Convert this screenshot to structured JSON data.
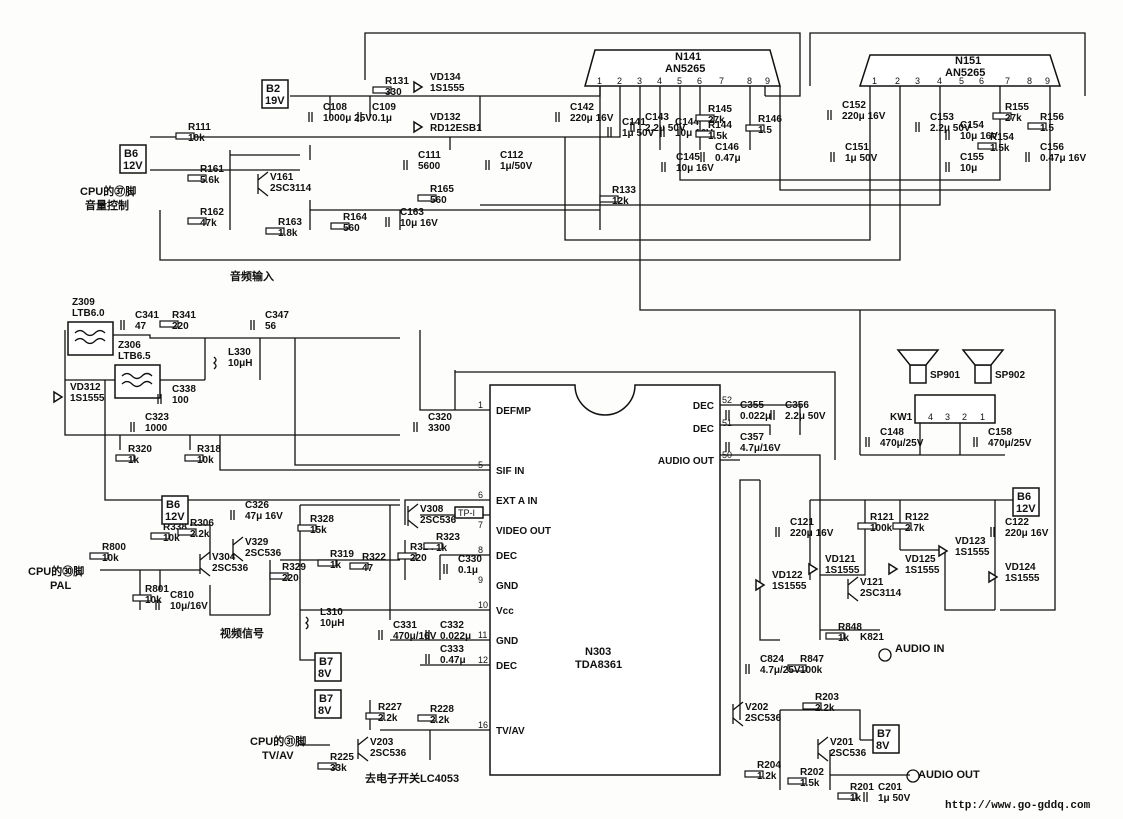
{
  "ic": {
    "n141": {
      "ref": "N141",
      "part": "AN5265"
    },
    "n151": {
      "ref": "N151",
      "part": "AN5265"
    },
    "n303": {
      "ref": "N303",
      "part": "TDA8361"
    }
  },
  "n141_pins": [
    "1",
    "2",
    "3",
    "4",
    "5",
    "6",
    "7",
    "8",
    "9"
  ],
  "n151_pins": [
    "1",
    "2",
    "3",
    "4",
    "5",
    "6",
    "7",
    "8",
    "9"
  ],
  "n303_pins_left": [
    {
      "num": "1",
      "name": "DEFMP"
    },
    {
      "num": "5",
      "name": "SIF IN"
    },
    {
      "num": "6",
      "name": "EXT A IN"
    },
    {
      "num": "7",
      "name": "VIDEO OUT"
    },
    {
      "num": "8",
      "name": "DEC"
    },
    {
      "num": "9",
      "name": "GND"
    },
    {
      "num": "10",
      "name": "Vcc"
    },
    {
      "num": "11",
      "name": "GND"
    },
    {
      "num": "12",
      "name": "DEC"
    },
    {
      "num": "16",
      "name": "TV/AV"
    }
  ],
  "n303_pins_right": [
    {
      "num": "52",
      "name": "DEC"
    },
    {
      "num": "51",
      "name": "DEC"
    },
    {
      "num": "50",
      "name": "AUDIO OUT"
    }
  ],
  "supplies": [
    {
      "id": "b2",
      "label": "B2",
      "value": "19V"
    },
    {
      "id": "b6a",
      "label": "B6",
      "value": "12V"
    },
    {
      "id": "b6b",
      "label": "B6",
      "value": "12V"
    },
    {
      "id": "b6c",
      "label": "B6",
      "value": "12V"
    },
    {
      "id": "b7a",
      "label": "B7",
      "value": "8V"
    },
    {
      "id": "b7b",
      "label": "B7",
      "value": "8V"
    },
    {
      "id": "b7c",
      "label": "B7",
      "value": "8V"
    }
  ],
  "components": [
    {
      "id": "r131",
      "t": "R131",
      "v": "330"
    },
    {
      "id": "vd134",
      "t": "VD134",
      "v": "1S1555"
    },
    {
      "id": "vd132",
      "t": "VD132",
      "v": "RD12ESB1"
    },
    {
      "id": "c108",
      "t": "C108",
      "v": "1000μ 25V"
    },
    {
      "id": "c109",
      "t": "C109",
      "v": "0.1μ"
    },
    {
      "id": "r111",
      "t": "R111",
      "v": "10k"
    },
    {
      "id": "c111",
      "t": "C111",
      "v": "5600"
    },
    {
      "id": "c112",
      "t": "C112",
      "v": "1μ/50V"
    },
    {
      "id": "r161",
      "t": "R161",
      "v": "5.6k"
    },
    {
      "id": "r162",
      "t": "R162",
      "v": "47k"
    },
    {
      "id": "v161",
      "t": "V161",
      "v": "2SC3114"
    },
    {
      "id": "r163",
      "t": "R163",
      "v": "1.8k"
    },
    {
      "id": "r164",
      "t": "R164",
      "v": "560"
    },
    {
      "id": "c163",
      "t": "C163",
      "v": "10μ 16V"
    },
    {
      "id": "r165",
      "t": "R165",
      "v": "560"
    },
    {
      "id": "c142",
      "t": "C142",
      "v": "220μ 16V"
    },
    {
      "id": "c141",
      "t": "C141",
      "v": "1μ 50V"
    },
    {
      "id": "c143",
      "t": "C143",
      "v": "2.2μ 50V"
    },
    {
      "id": "c144",
      "t": "C144",
      "v": "10μ 16V"
    },
    {
      "id": "c145",
      "t": "C145",
      "v": "10μ 16V"
    },
    {
      "id": "r133",
      "t": "R133",
      "v": "12k"
    },
    {
      "id": "r145",
      "t": "R145",
      "v": "27k"
    },
    {
      "id": "r144",
      "t": "R144",
      "v": "1.5k"
    },
    {
      "id": "r146",
      "t": "R146",
      "v": "1.5"
    },
    {
      "id": "c146",
      "t": "C146",
      "v": "0.47μ"
    },
    {
      "id": "c152",
      "t": "C152",
      "v": "220μ 16V"
    },
    {
      "id": "c151",
      "t": "C151",
      "v": "1μ 50V"
    },
    {
      "id": "c153",
      "t": "C153",
      "v": "2.2μ 50V"
    },
    {
      "id": "c154",
      "t": "C154",
      "v": "10μ 16V"
    },
    {
      "id": "c155",
      "t": "C155",
      "v": "10μ"
    },
    {
      "id": "r155",
      "t": "R155",
      "v": "27k"
    },
    {
      "id": "r154",
      "t": "R154",
      "v": "1.5k"
    },
    {
      "id": "r156",
      "t": "R156",
      "v": "1.5"
    },
    {
      "id": "c156",
      "t": "C156",
      "v": "0.47μ 16V"
    },
    {
      "id": "z309",
      "t": "Z309",
      "v": "LTB6.0"
    },
    {
      "id": "z306",
      "t": "Z306",
      "v": "LTB6.5"
    },
    {
      "id": "c341",
      "t": "C341",
      "v": "47"
    },
    {
      "id": "r341",
      "t": "R341",
      "v": "220"
    },
    {
      "id": "c347",
      "t": "C347",
      "v": "56"
    },
    {
      "id": "l330",
      "t": "L330",
      "v": "10μH"
    },
    {
      "id": "c338",
      "t": "C338",
      "v": "100"
    },
    {
      "id": "vd312",
      "t": "VD312",
      "v": "1S1555"
    },
    {
      "id": "c323",
      "t": "C323",
      "v": "1000"
    },
    {
      "id": "r320",
      "t": "R320",
      "v": "1k"
    },
    {
      "id": "r318",
      "t": "R318",
      "v": "10k"
    },
    {
      "id": "c320",
      "t": "C320",
      "v": "3300"
    },
    {
      "id": "c326",
      "t": "C326",
      "v": "47μ 16V"
    },
    {
      "id": "r328",
      "t": "R328",
      "v": "15k"
    },
    {
      "id": "r338",
      "t": "R338",
      "v": "10k"
    },
    {
      "id": "r306",
      "t": "R306",
      "v": "2.2k"
    },
    {
      "id": "v329",
      "t": "V329",
      "v": "2SC536"
    },
    {
      "id": "r319",
      "t": "R319",
      "v": "1k"
    },
    {
      "id": "r329",
      "t": "R329",
      "v": "220"
    },
    {
      "id": "r322",
      "t": "R322",
      "v": "47"
    },
    {
      "id": "r324",
      "t": "R324",
      "v": "220"
    },
    {
      "id": "v308",
      "t": "V308",
      "v": "2SC536"
    },
    {
      "id": "r323",
      "t": "R323",
      "v": "1k"
    },
    {
      "id": "c330",
      "t": "C330",
      "v": "0.1μ"
    },
    {
      "id": "r800",
      "t": "R800",
      "v": "10k"
    },
    {
      "id": "r801",
      "t": "R801",
      "v": "10k"
    },
    {
      "id": "c810",
      "t": "C810",
      "v": "10μ/16V"
    },
    {
      "id": "v304",
      "t": "V304",
      "v": "2SC536"
    },
    {
      "id": "l310",
      "t": "L310",
      "v": "10μH"
    },
    {
      "id": "c331",
      "t": "C331",
      "v": "470μ/16V"
    },
    {
      "id": "c332",
      "t": "C332",
      "v": "0.022μ"
    },
    {
      "id": "c333",
      "t": "C333",
      "v": "0.47μ"
    },
    {
      "id": "r227",
      "t": "R227",
      "v": "2.2k"
    },
    {
      "id": "r228",
      "t": "R228",
      "v": "2.2k"
    },
    {
      "id": "r225",
      "t": "R225",
      "v": "33k"
    },
    {
      "id": "v203",
      "t": "V203",
      "v": "2SC536"
    },
    {
      "id": "c355",
      "t": "C355",
      "v": "0.022μ"
    },
    {
      "id": "c356",
      "t": "C356",
      "v": "2.2μ 50V"
    },
    {
      "id": "c357",
      "t": "C357",
      "v": "4.7μ/16V"
    },
    {
      "id": "c148",
      "t": "C148",
      "v": "470μ/25V"
    },
    {
      "id": "c158",
      "t": "C158",
      "v": "470μ/25V"
    },
    {
      "id": "c121",
      "t": "C121",
      "v": "220μ 16V"
    },
    {
      "id": "r121",
      "t": "R121",
      "v": "100k"
    },
    {
      "id": "r122",
      "t": "R122",
      "v": "2.7k"
    },
    {
      "id": "c122",
      "t": "C122",
      "v": "220μ 16V"
    },
    {
      "id": "vd121",
      "t": "VD121",
      "v": "1S1555"
    },
    {
      "id": "vd122",
      "t": "VD122",
      "v": "1S1555"
    },
    {
      "id": "vd125",
      "t": "VD125",
      "v": "1S1555"
    },
    {
      "id": "vd123",
      "t": "VD123",
      "v": "1S1555"
    },
    {
      "id": "vd124",
      "t": "VD124",
      "v": "1S1555"
    },
    {
      "id": "v121",
      "t": "V121",
      "v": "2SC3114"
    },
    {
      "id": "r848",
      "t": "R848",
      "v": "1k"
    },
    {
      "id": "r847",
      "t": "R847",
      "v": "100k"
    },
    {
      "id": "c824",
      "t": "C824",
      "v": "4.7μ/25V"
    },
    {
      "id": "v202",
      "t": "V202",
      "v": "2SC536"
    },
    {
      "id": "r203",
      "t": "R203",
      "v": "2.2k"
    },
    {
      "id": "v201",
      "t": "V201",
      "v": "2SC536"
    },
    {
      "id": "r204",
      "t": "R204",
      "v": "1.2k"
    },
    {
      "id": "r202",
      "t": "R202",
      "v": "1.5k"
    },
    {
      "id": "r201",
      "t": "R201",
      "v": "1k"
    },
    {
      "id": "c201",
      "t": "C201",
      "v": "1μ 50V"
    }
  ],
  "labels": {
    "cpu37": "CPU的㊲脚",
    "vol_ctrl": "音量控制",
    "audio_in_cn": "音频输入",
    "cpu30": "CPU的㉚脚",
    "pal": "PAL",
    "video_sig": "视频信号",
    "cpu31": "CPU的㉛脚",
    "tvav": "TV/AV",
    "switch_lc4053": "去电子开关LC4053",
    "audio_in": "AUDIO IN",
    "audio_out": "AUDIO OUT",
    "k821": "K821",
    "tp_i": "TP-I",
    "sp901": "SP901",
    "sp902": "SP902",
    "kw1": "KW1",
    "kw_pins": [
      "4",
      "3",
      "2",
      "1"
    ],
    "watermark": "http://www.go-gddq.com"
  }
}
